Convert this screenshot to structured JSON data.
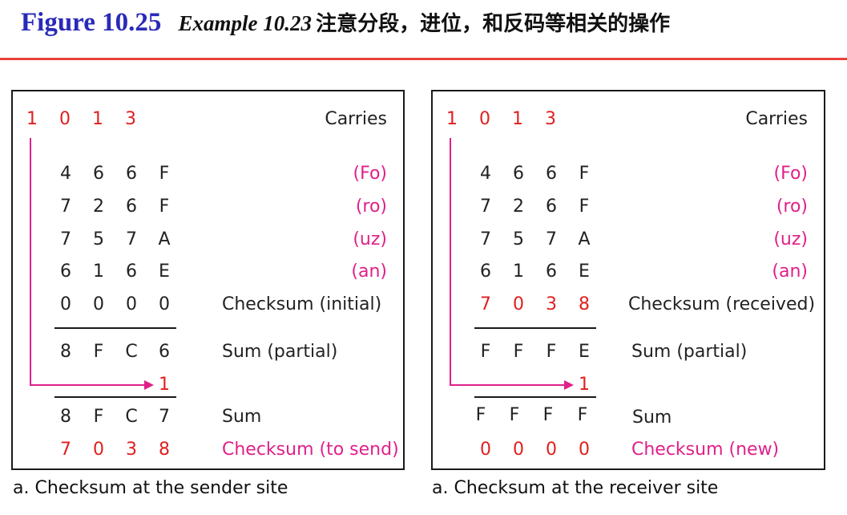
{
  "header": {
    "figure_number": "Figure 10.25",
    "example": "Example 10.23",
    "note": "注意分段，进位，和反码等相关的操作"
  },
  "colors": {
    "blue": "#2a2ab8",
    "red": "#e02020",
    "pink": "#e0208a",
    "rule": "#e8413a"
  },
  "sender": {
    "carries": [
      "1",
      "0",
      "1",
      "3"
    ],
    "carries_label": "Carries",
    "rows": [
      {
        "digits": [
          "4",
          "6",
          "6",
          "F"
        ],
        "label": "(Fo)"
      },
      {
        "digits": [
          "7",
          "2",
          "6",
          "F"
        ],
        "label": "(ro)"
      },
      {
        "digits": [
          "7",
          "5",
          "7",
          "A"
        ],
        "label": "(uz)"
      },
      {
        "digits": [
          "6",
          "1",
          "6",
          "E"
        ],
        "label": "(an)"
      },
      {
        "digits": [
          "0",
          "0",
          "0",
          "0"
        ],
        "label": "Checksum (initial)"
      }
    ],
    "partial": {
      "digits": [
        "8",
        "F",
        "C",
        "6"
      ],
      "label": "Sum (partial)"
    },
    "carry_in": "1",
    "sum": {
      "digits": [
        "8",
        "F",
        "C",
        "7"
      ],
      "label": "Sum"
    },
    "result": {
      "digits": [
        "7",
        "0",
        "3",
        "8"
      ],
      "label": "Checksum (to send)"
    },
    "caption": "a. Checksum at the sender site"
  },
  "receiver": {
    "carries": [
      "1",
      "0",
      "1",
      "3"
    ],
    "carries_label": "Carries",
    "rows": [
      {
        "digits": [
          "4",
          "6",
          "6",
          "F"
        ],
        "label": "(Fo)"
      },
      {
        "digits": [
          "7",
          "2",
          "6",
          "F"
        ],
        "label": "(ro)"
      },
      {
        "digits": [
          "7",
          "5",
          "7",
          "A"
        ],
        "label": "(uz)"
      },
      {
        "digits": [
          "6",
          "1",
          "6",
          "E"
        ],
        "label": "(an)"
      },
      {
        "digits": [
          "7",
          "0",
          "3",
          "8"
        ],
        "label": "Checksum (received)"
      }
    ],
    "partial": {
      "digits": [
        "F",
        "F",
        "F",
        "E"
      ],
      "label": "Sum (partial)"
    },
    "carry_in": "1",
    "sum": {
      "digits": [
        "F",
        "F",
        "F",
        "F"
      ],
      "label": "Sum"
    },
    "result": {
      "digits": [
        "0",
        "0",
        "0",
        "0"
      ],
      "label": "Checksum (new)"
    },
    "caption": "a. Checksum at the receiver site"
  }
}
